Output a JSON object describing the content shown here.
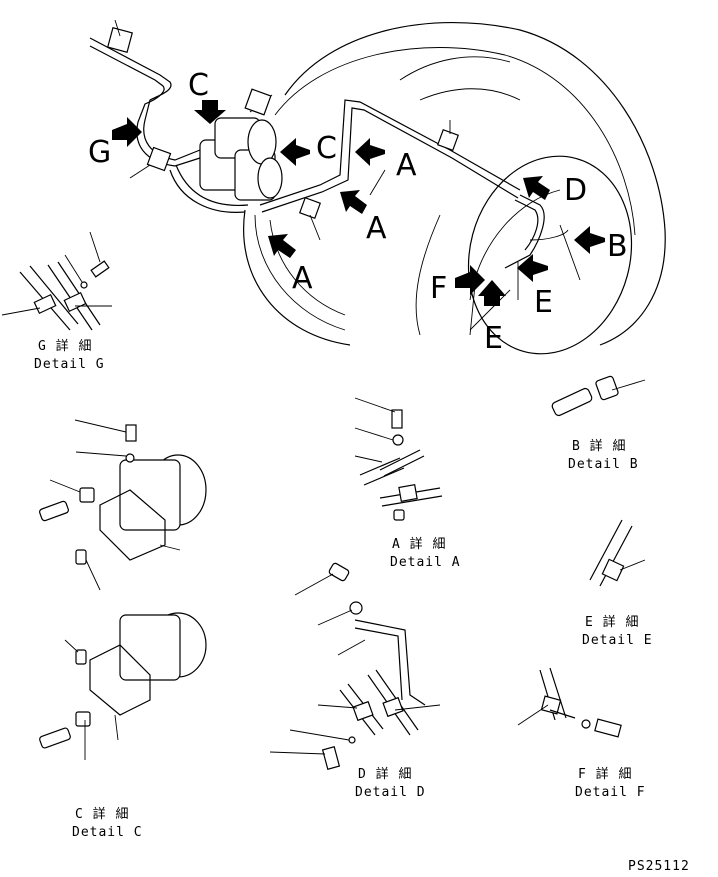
{
  "callouts": {
    "A1": "A",
    "A2": "A",
    "A3": "A",
    "B": "B",
    "C1": "C",
    "C2": "C",
    "D": "D",
    "E": "E",
    "F": "F",
    "G": "G",
    "H": "E"
  },
  "details": {
    "g": {
      "jp": "G 詳 細",
      "en": "Detail G"
    },
    "b": {
      "jp": "B 詳 細",
      "en": "Detail B"
    },
    "a": {
      "jp": "A 詳 細",
      "en": "Detail A"
    },
    "e": {
      "jp": "E 詳 細",
      "en": "Detail E"
    },
    "c": {
      "jp": "C 詳 細",
      "en": "Detail C"
    },
    "d": {
      "jp": "D 詳 細",
      "en": "Detail D"
    },
    "f": {
      "jp": "F 詳 細",
      "en": "Detail F"
    }
  },
  "drawing_number": "PS25112"
}
